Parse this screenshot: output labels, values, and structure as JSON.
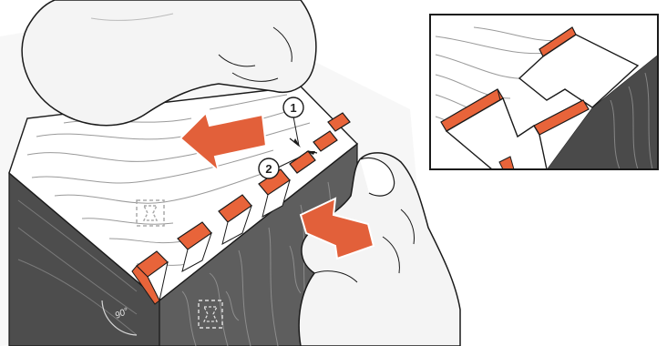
{
  "callouts": [
    {
      "label": "1"
    },
    {
      "label": "2"
    }
  ],
  "angle_mark": "90°",
  "colors": {
    "board_top": "#ffffff",
    "board_side": "#5e5e5e",
    "board_side_dark": "#3f3f3f",
    "wood_grain": "#9a9a9a",
    "cut_orange": "#e8643a",
    "arrow_orange": "#e2603a",
    "hand_fill": "#f4f4f4",
    "outline": "#1a1a1a",
    "background": "#ffffff"
  },
  "icons": [
    "dovetail-marker-icon-top",
    "dovetail-marker-icon-side"
  ]
}
